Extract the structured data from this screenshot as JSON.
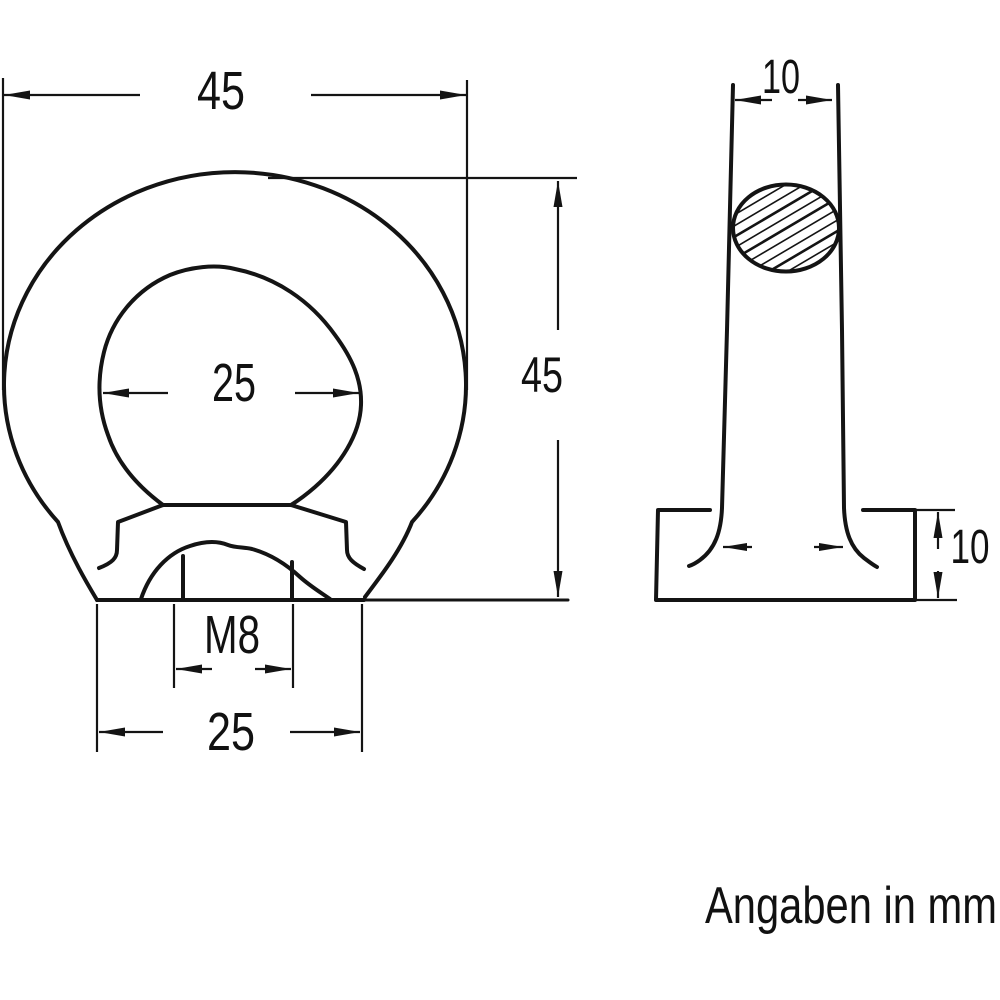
{
  "drawing": {
    "type": "technical-drawing-eye-nut",
    "units_note": "Angaben in mm",
    "colors": {
      "line": "#141414",
      "background": "#ffffff",
      "text": "#111111"
    },
    "front_view": {
      "dim_outer_width": "45",
      "dim_overall_height": "45",
      "dim_eye_inner_diameter": "25",
      "dim_thread": "M8",
      "dim_base_width": "25"
    },
    "side_view": {
      "dim_ring_section_width": "10",
      "dim_base_height": "10"
    }
  }
}
